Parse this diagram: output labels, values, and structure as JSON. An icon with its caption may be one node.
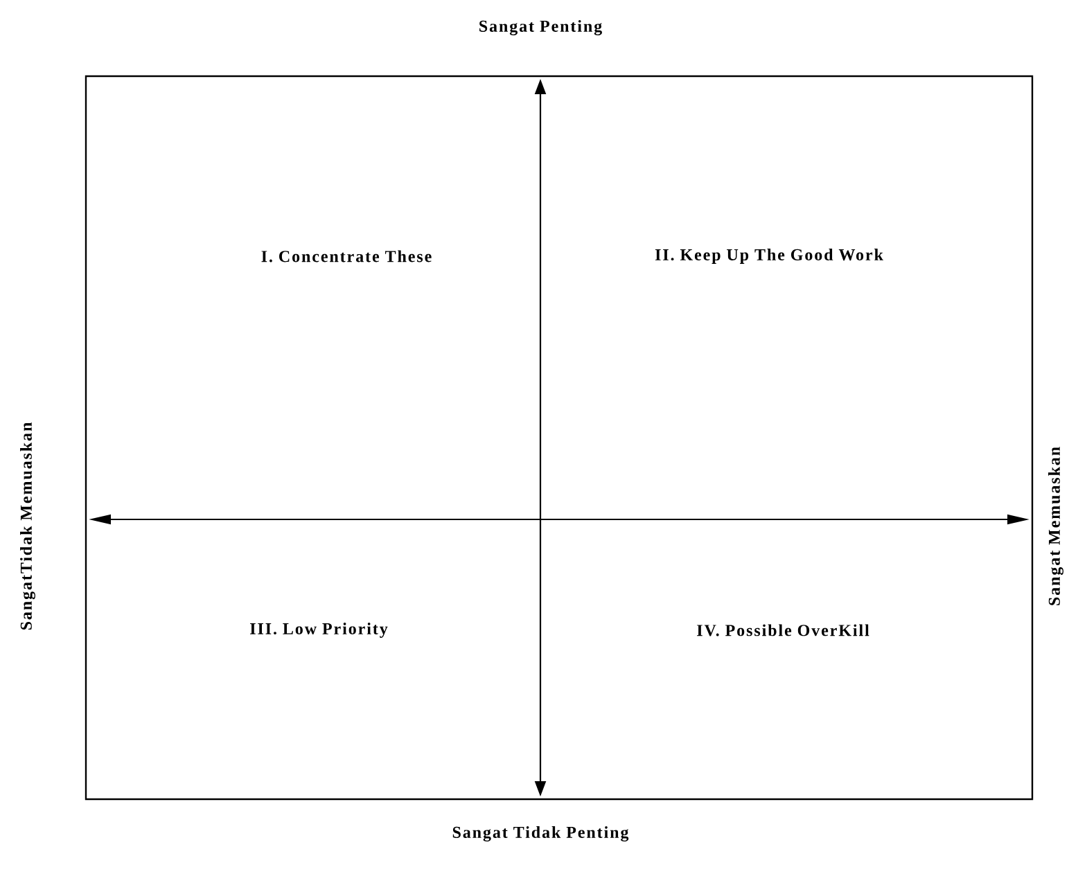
{
  "diagram": {
    "labels": [
      "Sangat Penting",
      "I. Concentrate These",
      "II. Keep Up The Good Work",
      "SangatTidak Memuaskan",
      "Sangat Memuaskan",
      "III. Low Priority",
      "IV. Possible OverKill",
      "Sangat Tidak Penting"
    ]
  }
}
